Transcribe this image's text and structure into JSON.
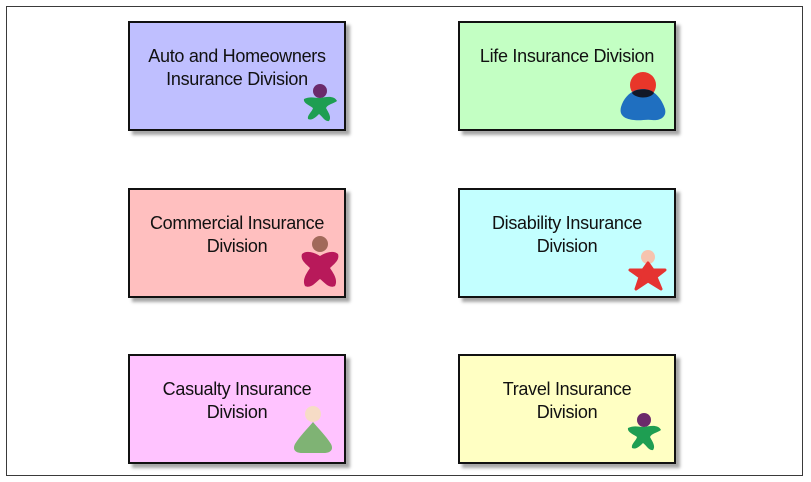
{
  "divisions": [
    {
      "label": "Auto and Homeowners\nInsurance Division",
      "color": "#bfbfff",
      "figure": "green-person-icon"
    },
    {
      "label": "Life Insurance Division",
      "color": "#c3ffc3",
      "figure": "blue-red-person-icon"
    },
    {
      "label": "Commercial Insurance\nDivision",
      "color": "#ffbfbf",
      "figure": "crimson-person-icon"
    },
    {
      "label": "Disability Insurance\nDivision",
      "color": "#c3ffff",
      "figure": "red-star-person-icon"
    },
    {
      "label": "Casualty Insurance\nDivision",
      "color": "#ffc3ff",
      "figure": "green-triangle-person-icon"
    },
    {
      "label": "Travel Insurance\nDivision",
      "color": "#ffffc3",
      "figure": "green-person-icon"
    }
  ]
}
